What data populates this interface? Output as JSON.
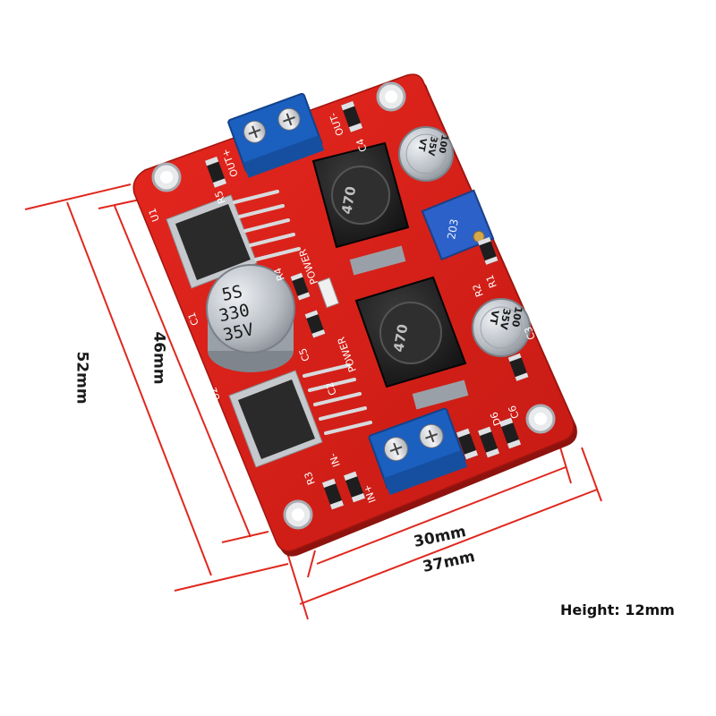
{
  "dimensions": {
    "height_outer": "52mm",
    "height_inner": "46mm",
    "width_inner": "30mm",
    "width_outer": "37mm",
    "board_height": "Height: 12mm"
  },
  "silkscreen": {
    "out_plus": "OUT+",
    "out_minus": "OUT-",
    "in_plus": "IN+",
    "in_minus": "IN-",
    "power": "POWER",
    "u1": "U1",
    "u2": "U2",
    "r1": "R1",
    "r2": "R2",
    "r3": "R3",
    "r4": "R4",
    "c1": "C1",
    "c2": "C2",
    "c3": "C3",
    "c4": "C4",
    "c5": "C5",
    "c6": "C6",
    "d6": "D6",
    "inductor_marking": "470",
    "trimmer_marking": "203"
  },
  "capacitor_large": {
    "line1": "5S",
    "line2": "330",
    "line3": "35V"
  },
  "capacitor_small_top": {
    "line1": "100",
    "line2": "35V",
    "line3": "VT"
  },
  "capacitor_small_right": {
    "line1": "100",
    "line2": "35V",
    "line3": "VT"
  },
  "colors": {
    "pcb": "#d8211a",
    "pcb_dark": "#a3150f",
    "dimension_line": "#e0281e",
    "terminal": "#1b5fbf",
    "capacitor": "#bfc3c9",
    "inductor": "#1c1c1c",
    "ic": "#2a2a2a"
  }
}
